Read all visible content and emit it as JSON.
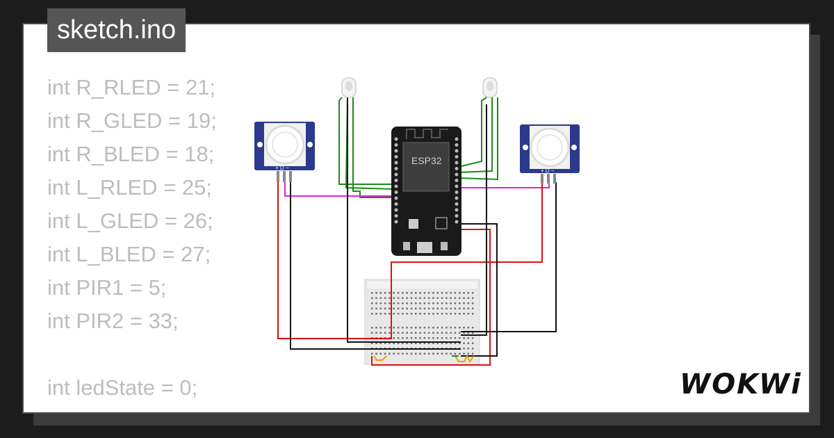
{
  "file_tab": {
    "title": "sketch.ino"
  },
  "code_lines": [
    "int R_RLED = 21;",
    "int R_GLED = 19;",
    "int R_BLED = 18;",
    "int L_RLED = 25;",
    "int L_GLED = 26;",
    "int L_BLED = 27;",
    "int PIR1 = 5;",
    "int PIR2 = 33;",
    "",
    "int ledState = 0;"
  ],
  "board": {
    "label": "ESP32"
  },
  "pir_labels": {
    "pins": [
      "+",
      "D",
      "−"
    ]
  },
  "brand": {
    "logo": "WOKWi"
  },
  "colors": {
    "background": "#1c1c1c",
    "card": "#ffffff",
    "tab": "#555555",
    "code_text": "#bdbdbd",
    "board": "#1a1a1a",
    "pir": "#2b3a8c",
    "wire_green": "#1a8c1a",
    "wire_magenta": "#e020e0",
    "wire_red": "#e01010",
    "wire_black": "#111111",
    "wire_orange": "#f0a000"
  },
  "icons": [
    "rgb-led-icon",
    "pir-sensor-icon",
    "esp32-board-icon",
    "breadboard-icon"
  ]
}
